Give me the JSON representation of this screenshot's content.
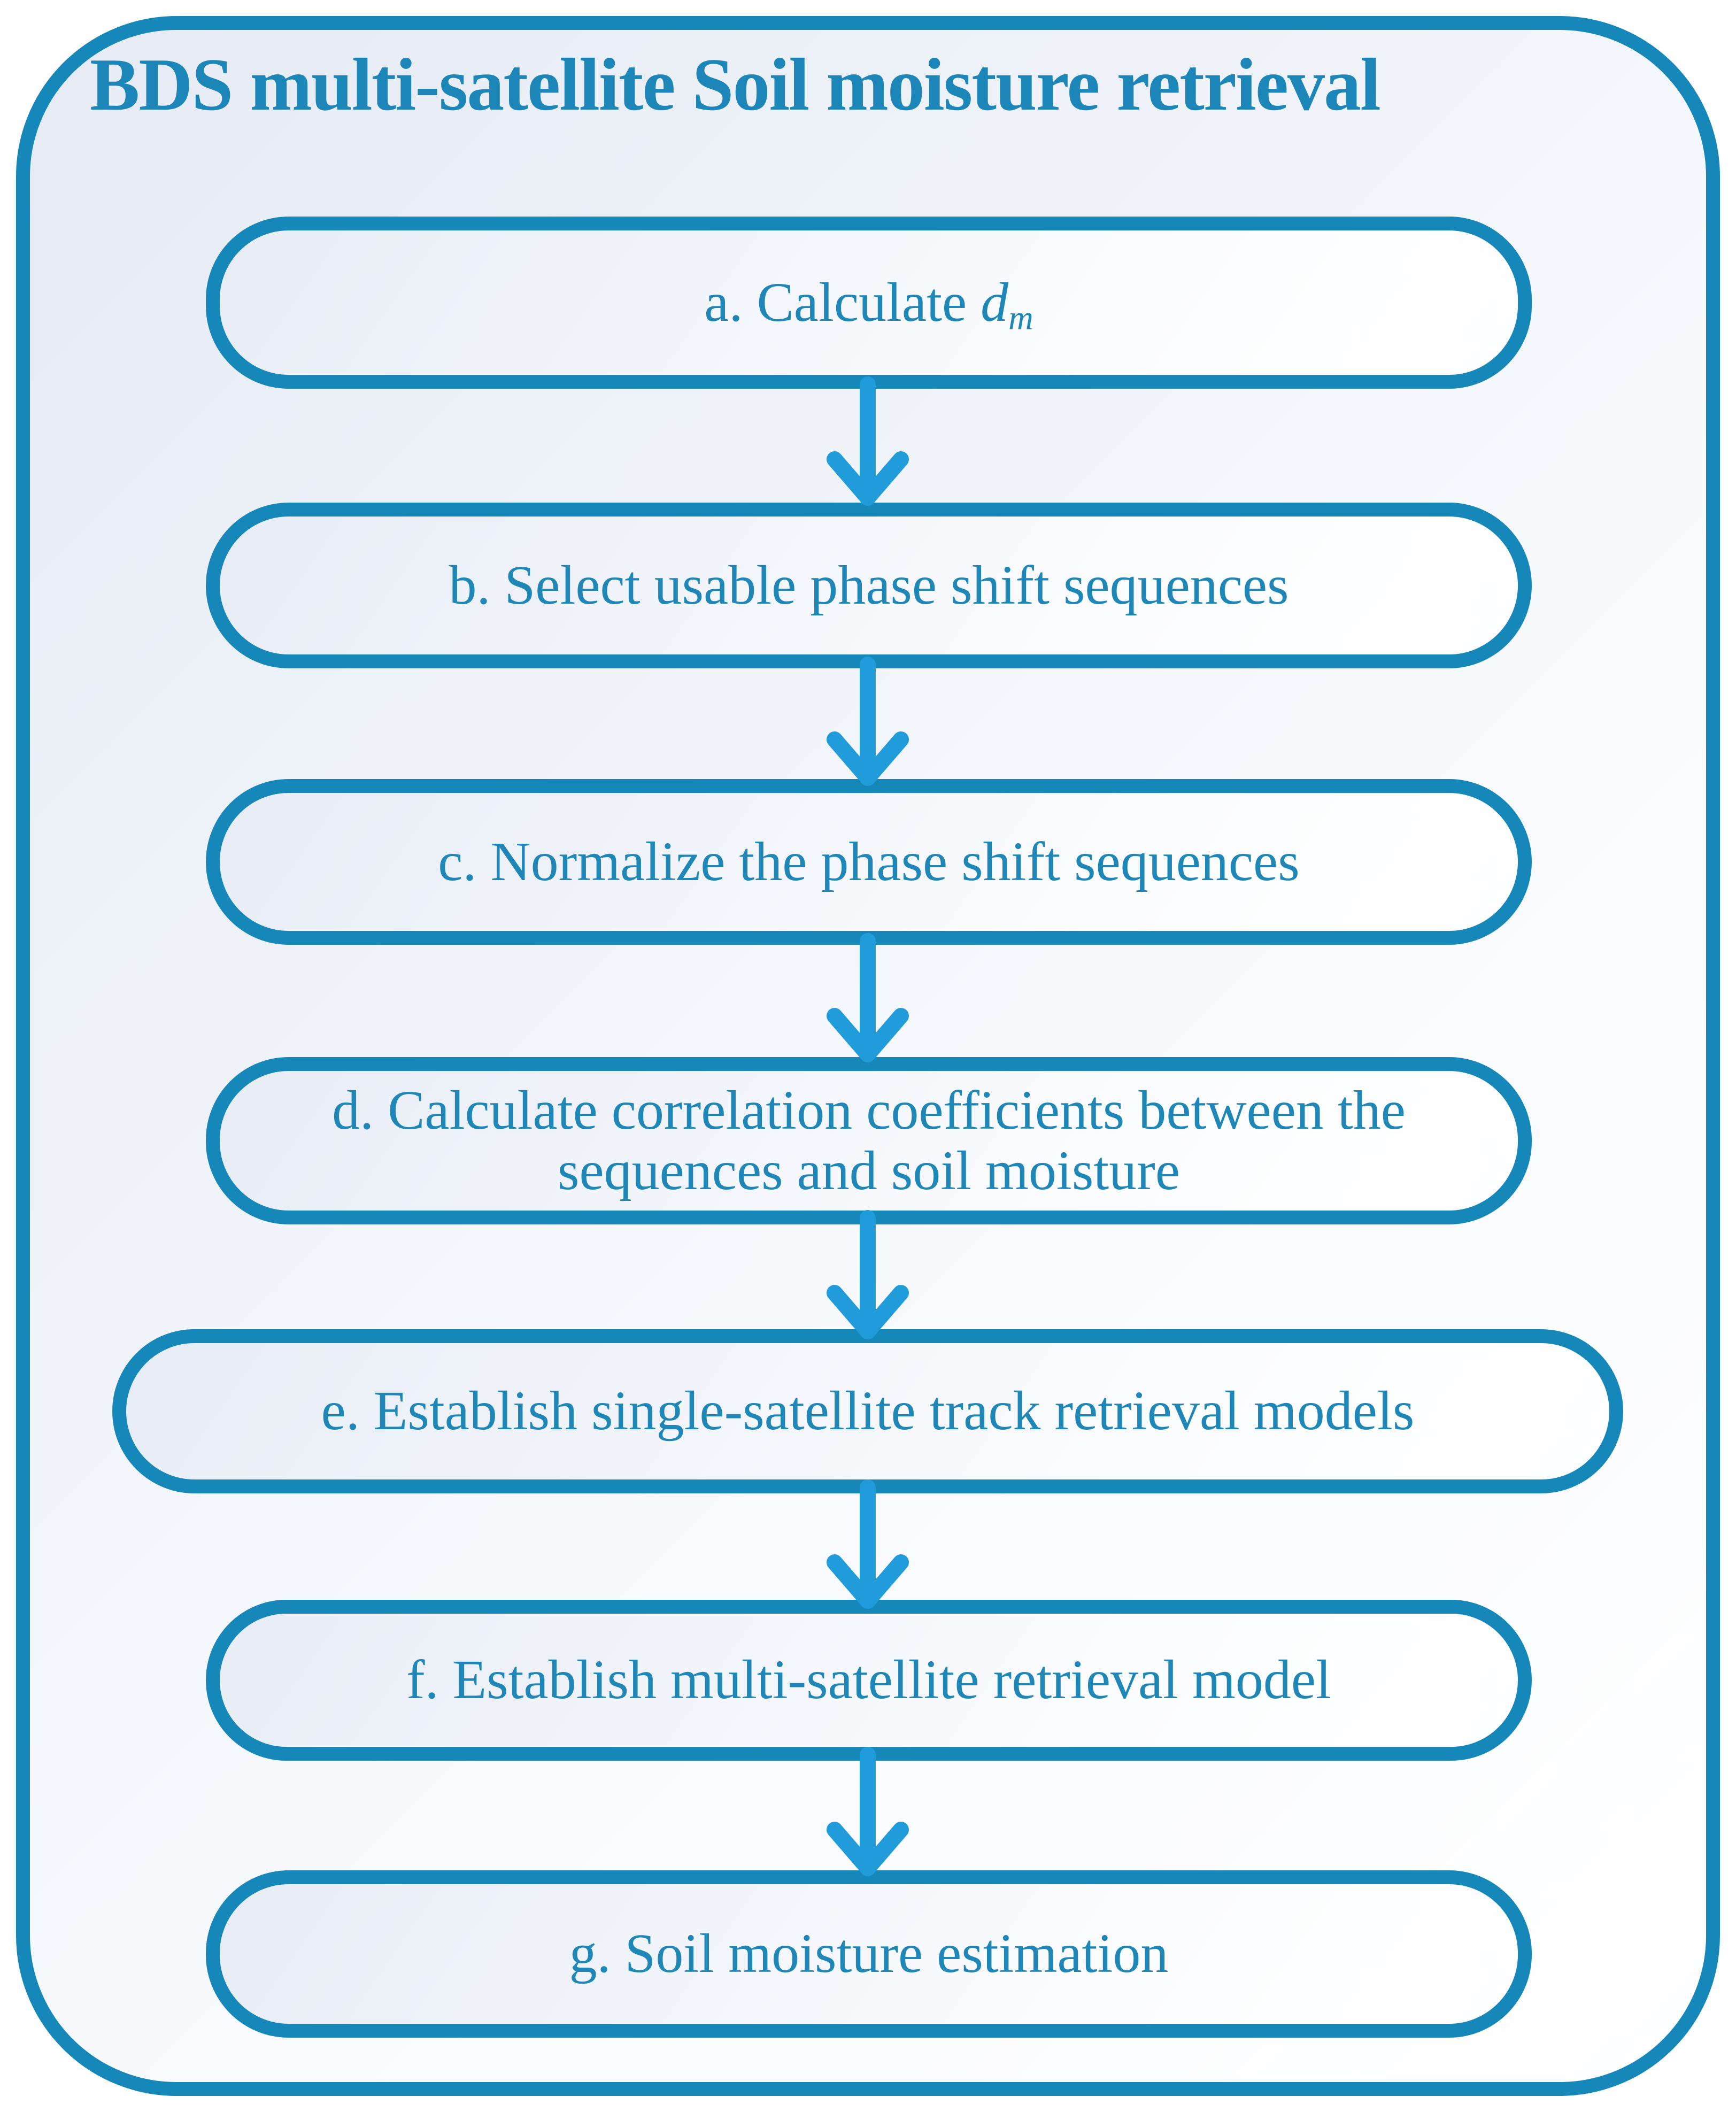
{
  "title": "BDS multi-satellite Soil moisture retrieval",
  "colors": {
    "border": "#1587B8",
    "arrow": "#1F9CD9",
    "text": "#1E87B8",
    "title_text": "#1C86B9"
  },
  "flow": {
    "steps": [
      {
        "id": "a",
        "label_prefix": "a. Calculate ",
        "math_symbol": "d",
        "math_subscript": "m"
      },
      {
        "id": "b",
        "label": "b. Select usable phase shift sequences"
      },
      {
        "id": "c",
        "label": "c. Normalize the phase shift sequences"
      },
      {
        "id": "d",
        "label": "d. Calculate correlation coefficients between the sequences and soil moisture"
      },
      {
        "id": "e",
        "label": "e. Establish single-satellite track retrieval models"
      },
      {
        "id": "f",
        "label": "f. Establish multi-satellite retrieval model"
      },
      {
        "id": "g",
        "label": "g. Soil moisture estimation"
      }
    ]
  }
}
